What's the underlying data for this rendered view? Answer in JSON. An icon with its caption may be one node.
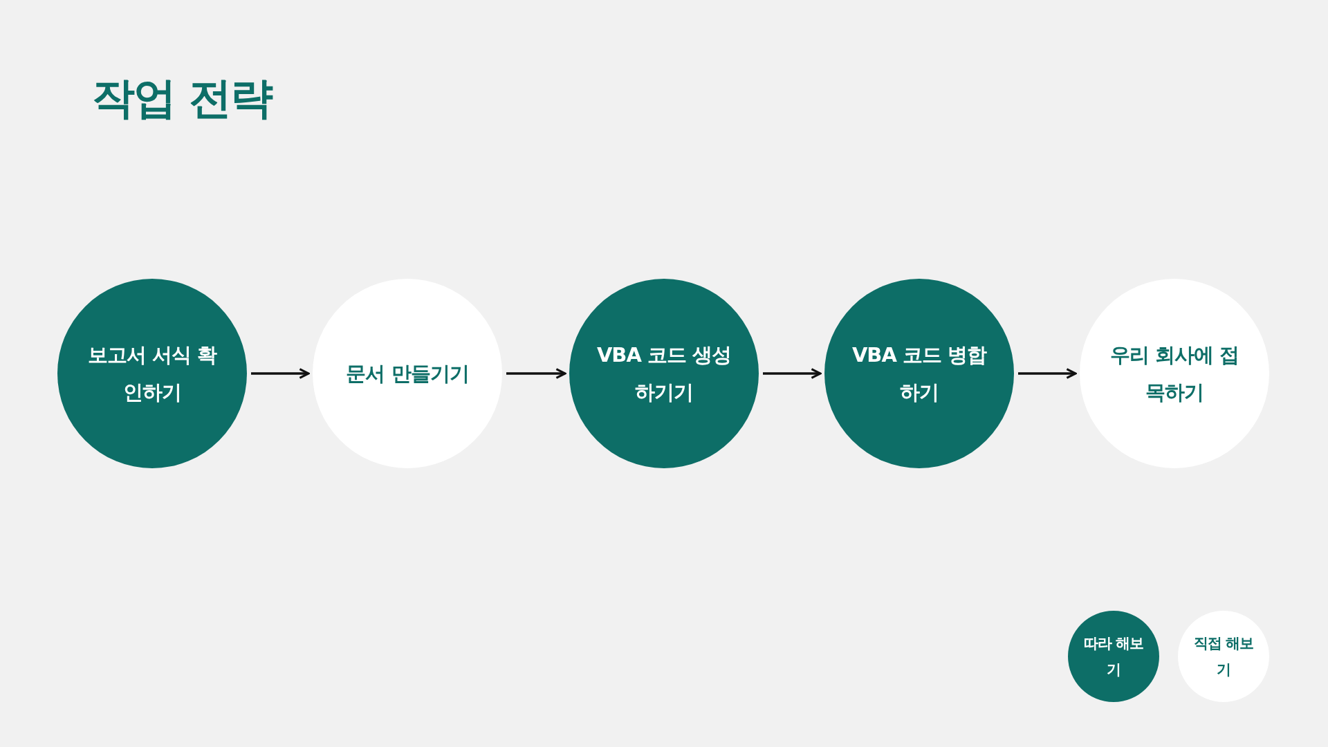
{
  "diagram": {
    "title": "작업 전략",
    "nodes": [
      {
        "text": [
          "보고서 서식 확인하기"
        ]
      },
      {
        "text": [
          "문서 만들기기"
        ]
      },
      {
        "text": [
          "VBA 코드 생성하기기"
        ]
      },
      {
        "text": [
          "VBA 코드 병합하기"
        ]
      },
      {
        "text": [
          "우리 회사에 접목하기"
        ]
      }
    ],
    "edges": [
      {
        "from": 0,
        "to": 1,
        "arrow": "to"
      },
      {
        "from": 1,
        "to": 2,
        "arrow": "to"
      },
      {
        "from": 2,
        "to": 3,
        "arrow": "to"
      },
      {
        "from": 3,
        "to": 4,
        "arrow": "to"
      }
    ],
    "legend": [
      {
        "text": "따라 해보기",
        "color": "#0d6e67"
      },
      {
        "text": "직접 해보기",
        "color": "#ffffff"
      }
    ]
  }
}
